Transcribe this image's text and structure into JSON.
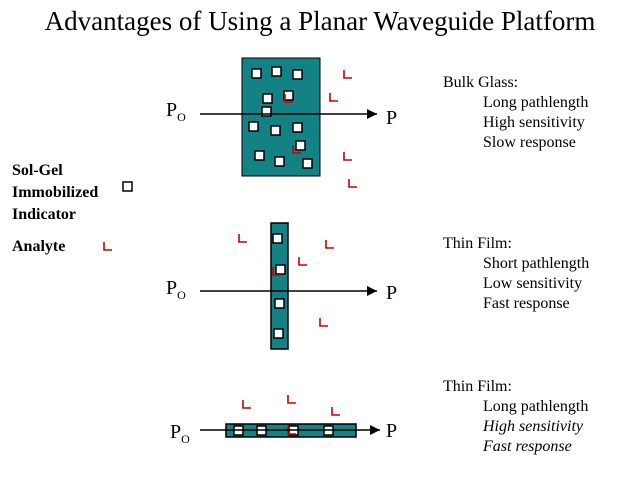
{
  "title": "Advantages of Using a Planar Waveguide Platform",
  "legend": {
    "indicator_label": [
      "Sol-Gel",
      "Immobilized",
      "Indicator"
    ],
    "analyte_label": "Analyte"
  },
  "beam": {
    "input_label": "P",
    "input_subscript": "O",
    "output_label": "P"
  },
  "panels": [
    {
      "heading": "Bulk Glass:",
      "lines": [
        "Long pathlength",
        "High sensitivity",
        "Slow response"
      ]
    },
    {
      "heading": "Thin Film:",
      "lines": [
        "Short pathlength",
        "Low sensitivity",
        "Fast response"
      ]
    },
    {
      "heading": "Thin Film:",
      "lines": [
        "Long pathlength",
        "High sensitivity",
        "Fast response"
      ]
    }
  ],
  "colors": {
    "matrix": "#128285",
    "analyte": "#cc0000",
    "line": "#000000"
  }
}
